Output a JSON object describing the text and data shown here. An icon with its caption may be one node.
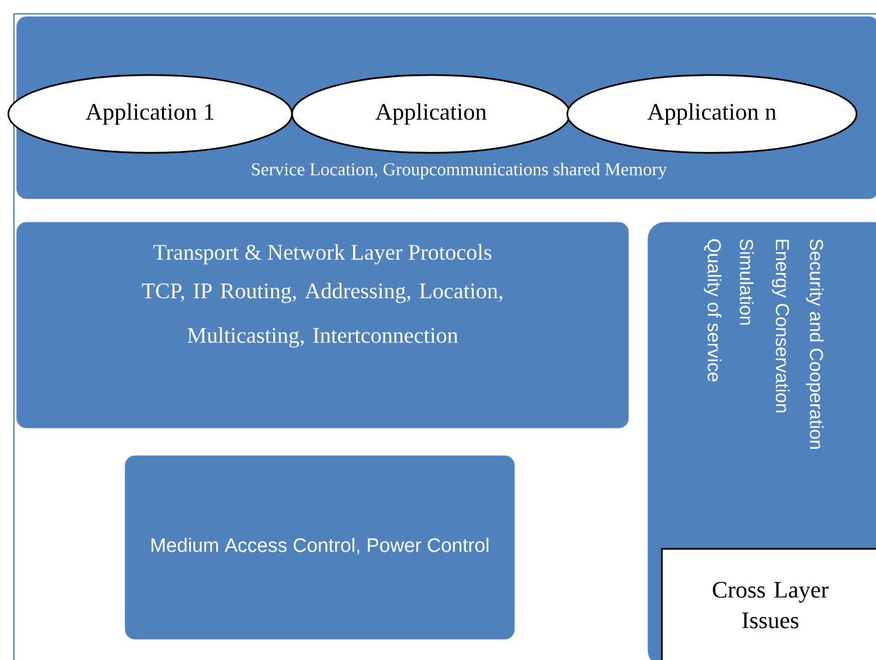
{
  "diagram": {
    "nodes": [
      {
        "text": [
          "Service Location, Groupcommunications shared Memory"
        ]
      },
      {
        "text": [
          "Application 1"
        ],
        "in": 0
      },
      {
        "text": [
          "Application"
        ],
        "in": 0
      },
      {
        "text": [
          "Application n"
        ],
        "in": 0
      },
      {
        "text": [
          "Transport & Network Layer Protocols",
          "TCP, IP Routing, Addressing, Location, Multicasting, Intertconnection"
        ]
      },
      {
        "text": [
          "Medium  Access Control, Power Control"
        ]
      },
      {
        "text": [
          "Security and Cooperation",
          "Energy Conservation",
          "Simulation",
          "Quality of service"
        ]
      },
      {
        "text": [
          "Cross Layer Issues"
        ],
        "in": 6
      }
    ],
    "edges": []
  }
}
